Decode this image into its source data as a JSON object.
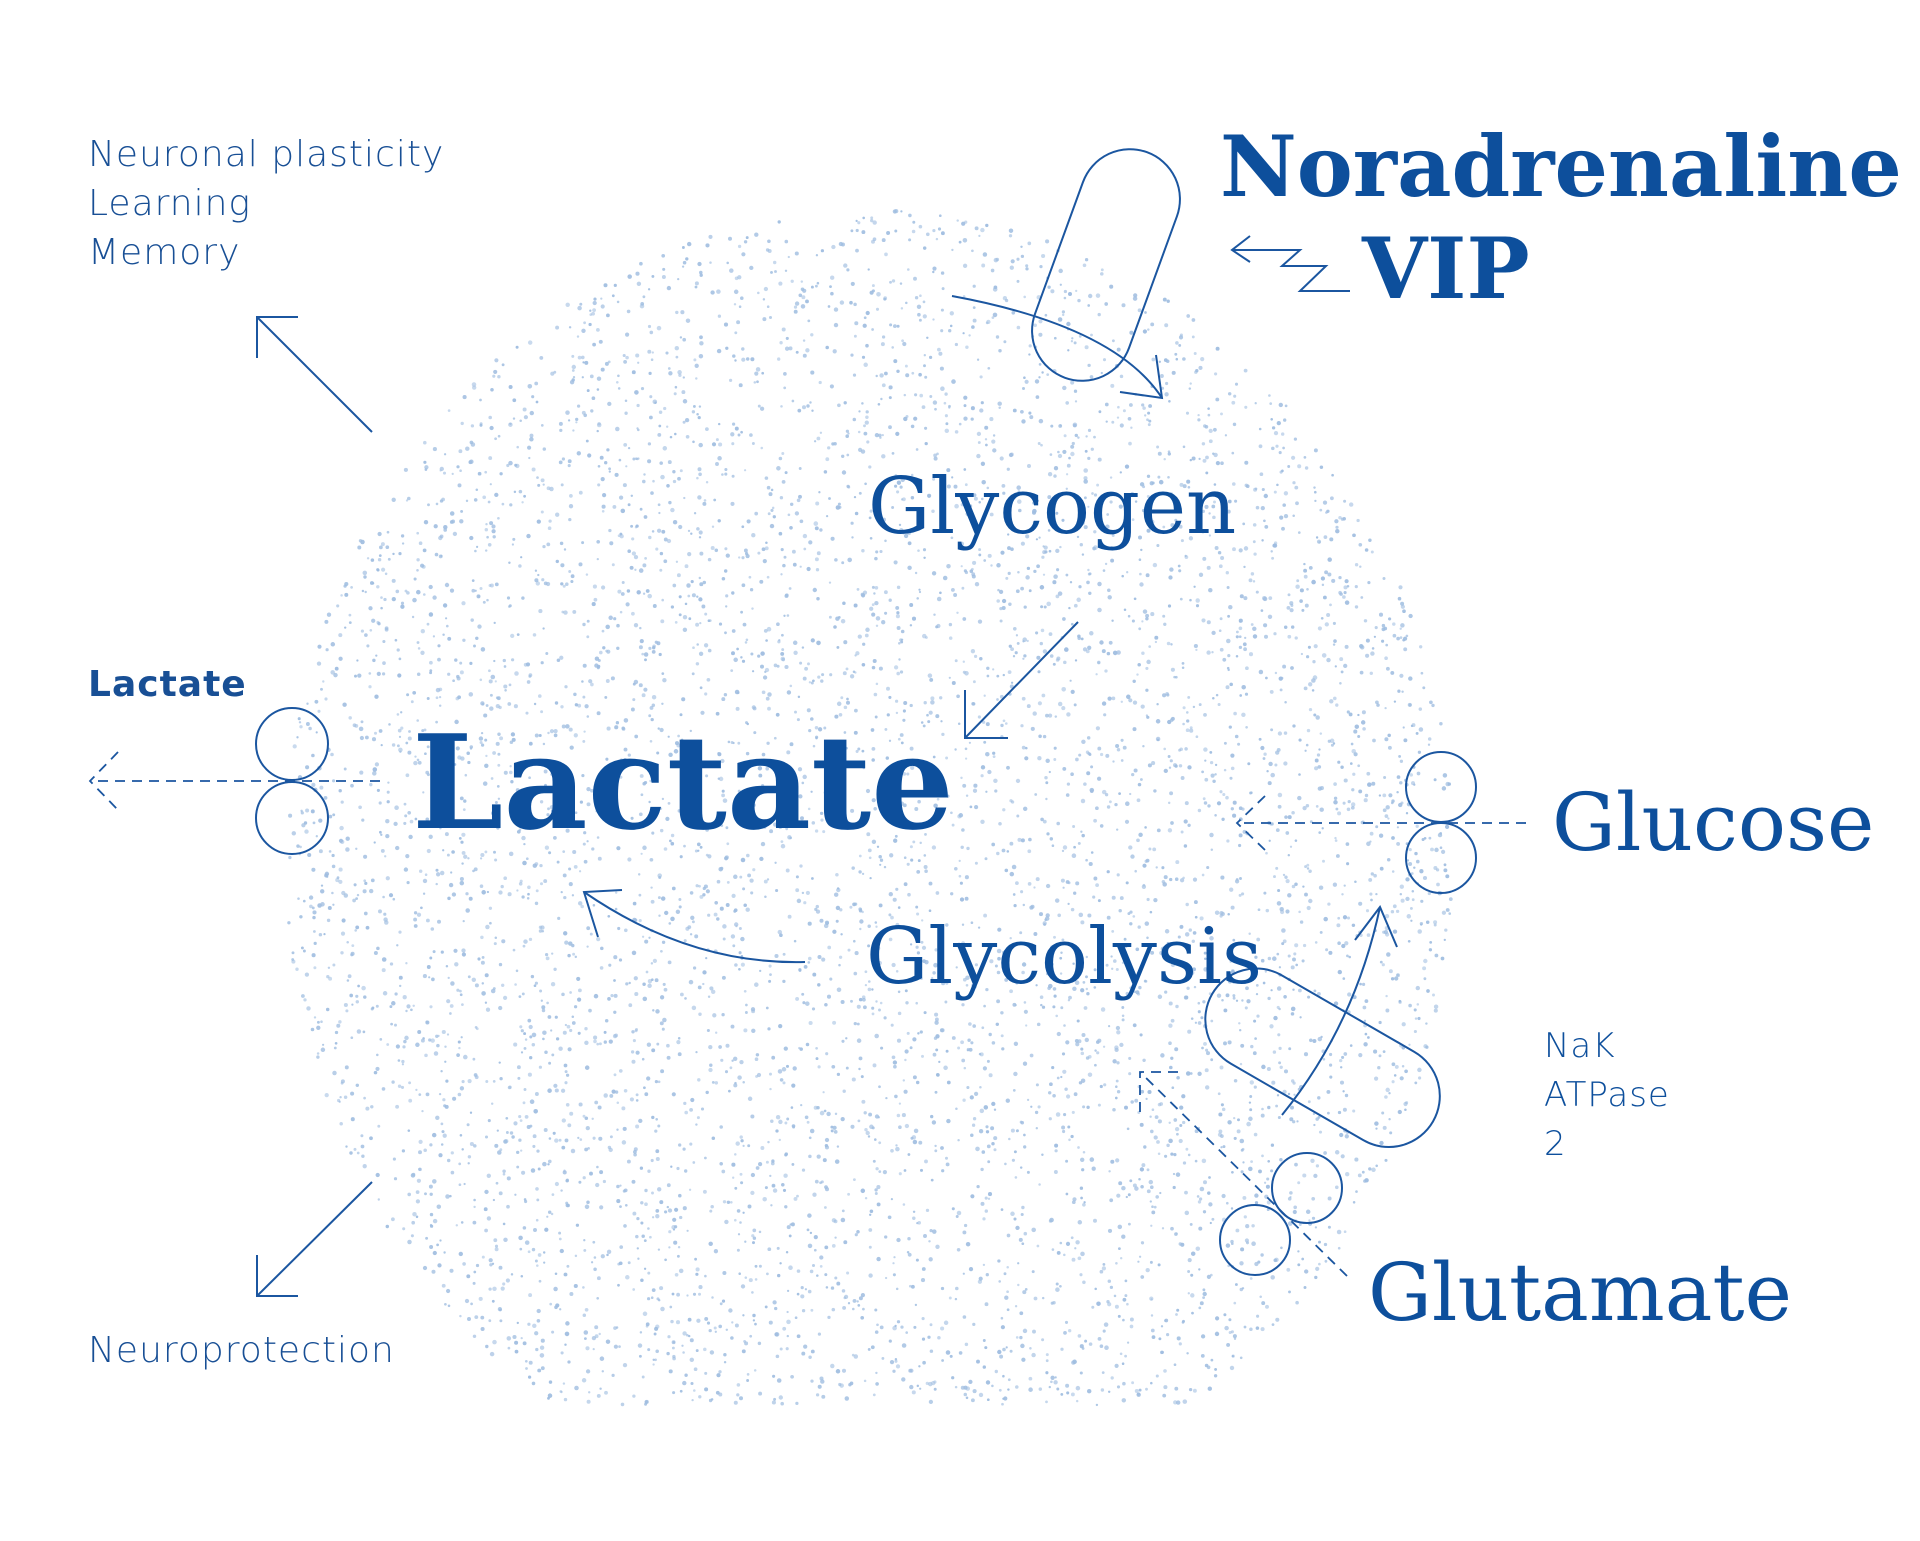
{
  "labels": {
    "effects": [
      "Neuronal plasticity",
      "Learning",
      "Memory"
    ],
    "lactate_transport": "Lactate",
    "neuroprotection": "Neuroprotection",
    "noradrenaline": "Noradrenaline",
    "vip": "VIP",
    "glycogen": "Glycogen",
    "lactate_main": "Lactate",
    "glucose": "Glucose",
    "glycolysis": "Glycolysis",
    "nak_atpase": [
      "NaK",
      "ATPase",
      "2"
    ],
    "glutamate": "Glutamate"
  },
  "colors": {
    "primary": "#0d4f9c",
    "stipple": "#9fbde0",
    "background": "#ffffff"
  }
}
